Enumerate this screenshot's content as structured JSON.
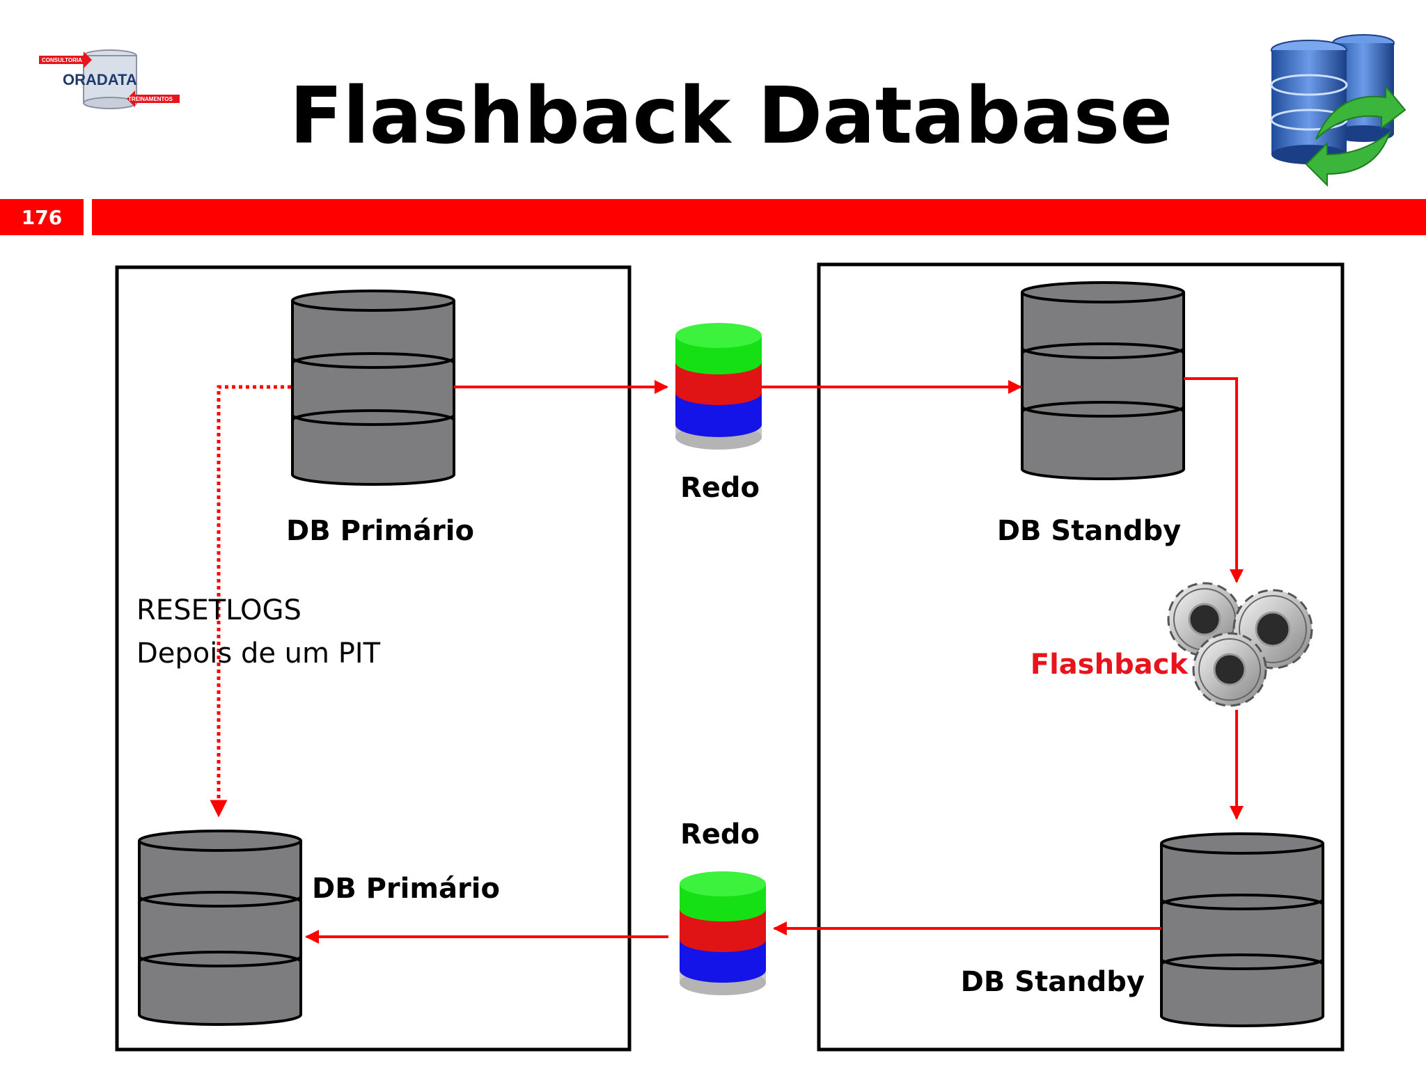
{
  "slide": {
    "title": "Flashback Database",
    "page_number": "176",
    "accent_color": "#ff0000",
    "cylinder_color": "#7d7d80"
  },
  "logo": {
    "name": "ORADATA",
    "top_tag": "CONSULTORIA",
    "bottom_tag": "TREINAMENTOS"
  },
  "labels": {
    "db_primary_top": "DB Primário",
    "db_primary_bottom": "DB Primário",
    "db_standby_top": "DB Standby",
    "db_standby_bottom": "DB Standby",
    "redo_top": "Redo",
    "redo_bottom": "Redo",
    "flashback": "Flashback",
    "note_line1": "RESETLOGS",
    "note_line2": "Depois de um PIT"
  },
  "icons": {
    "header_icon": "database-sync-icon",
    "flashback_icon": "gears-icon"
  }
}
